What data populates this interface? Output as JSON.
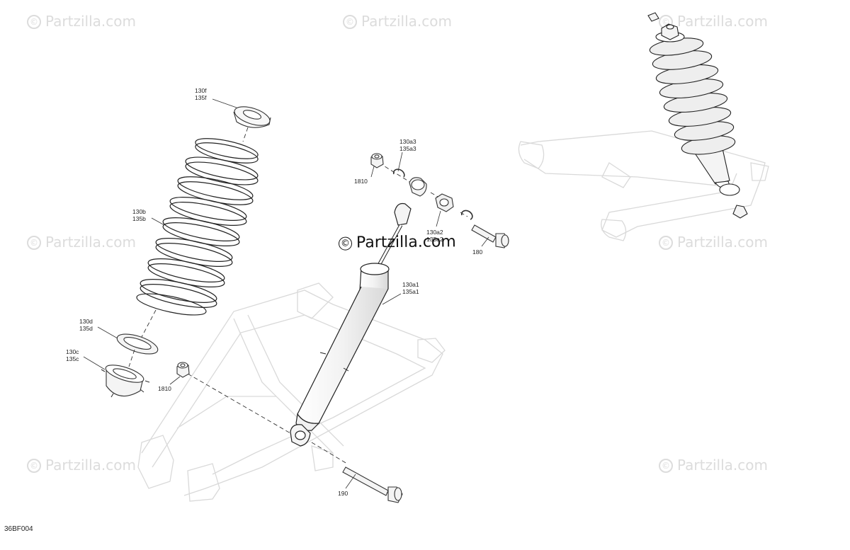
{
  "watermark": {
    "symbol": "©",
    "text": "Partzilla.com"
  },
  "center_watermark": {
    "symbol": "©",
    "text": "Partzilla.com"
  },
  "diagram_ref": "36BF004",
  "callouts": {
    "c130f": {
      "a": "130f",
      "b": "135f"
    },
    "c130b": {
      "a": "130b",
      "b": "135b"
    },
    "c130d": {
      "a": "130d",
      "b": "135d"
    },
    "c130c": {
      "a": "130c",
      "b": "135c"
    },
    "c1810a": {
      "a": "1810"
    },
    "c1810b": {
      "a": "1810"
    },
    "c130a3": {
      "a": "130a3",
      "b": "135a3"
    },
    "c130a2": {
      "a": "130a2",
      "b": "135a2"
    },
    "c180": {
      "a": "180"
    },
    "c130a1": {
      "a": "130a1",
      "b": "135a1"
    },
    "c190": {
      "a": "190"
    }
  }
}
